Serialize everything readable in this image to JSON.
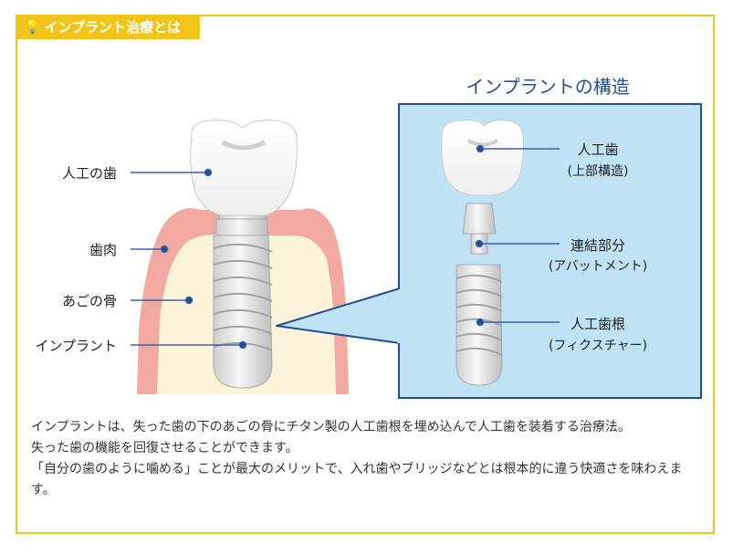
{
  "header": {
    "title": "インプラント治療とは"
  },
  "diagram": {
    "left_labels": {
      "crown": "人工の歯",
      "gum": "歯肉",
      "jaw_bone": "あごの骨",
      "implant": "インプラント"
    },
    "structure_title": "インプラントの構造",
    "structure_labels": {
      "crown_line1": "人工歯",
      "crown_line2": "(上部構造)",
      "abutment_line1": "連結部分",
      "abutment_line2": "(アバットメント)",
      "fixture_line1": "人工歯根",
      "fixture_line2": "(フィクスチャー)"
    }
  },
  "description": {
    "paragraphs": [
      "インプラントは、失った歯の下のあごの骨にチタン製の人工歯根を埋め込んで人工歯を装着する治療法。",
      "失った歯の機能を回復させることができます。",
      "「自分の歯のように噛める」ことが最大のメリットで、入れ歯やブリッジなどとは根本的に違う快適さを味わえます。"
    ]
  },
  "colors": {
    "accent": "#f0c419",
    "panel_fill": "#bfe3f5",
    "panel_border": "#1f4e96",
    "line": "#3b63aa",
    "gum": "#f2a9a2",
    "bone": "#fcf3d8"
  },
  "icons": {
    "header_icon": "lightbulb-icon"
  }
}
